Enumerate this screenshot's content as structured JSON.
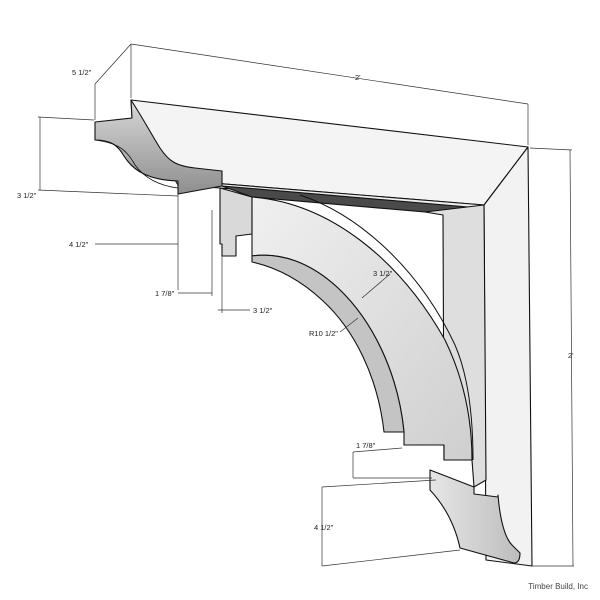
{
  "dimensions": {
    "top_depth": "5 1/2\"",
    "top_length": "2'",
    "right_height": "2'",
    "top_profile_height": "3 1/2\"",
    "top_profile_depth": "4 1/2\"",
    "top_step_1": "1 7/8\"",
    "top_step_2": "3 1/2\"",
    "arc_width": "3 1/2\"",
    "arc_radius": "R10 1/2\"",
    "bottom_step": "1 7/8\"",
    "bottom_profile_height": "4 1/2\""
  },
  "credit": "Timber Build, Inc",
  "colors": {
    "outline": "#111111",
    "face_light": "#f4f4f4",
    "face_mid": "#e2e2e2",
    "face_dark": "#b9b9b9",
    "dimension_line": "#333333"
  }
}
